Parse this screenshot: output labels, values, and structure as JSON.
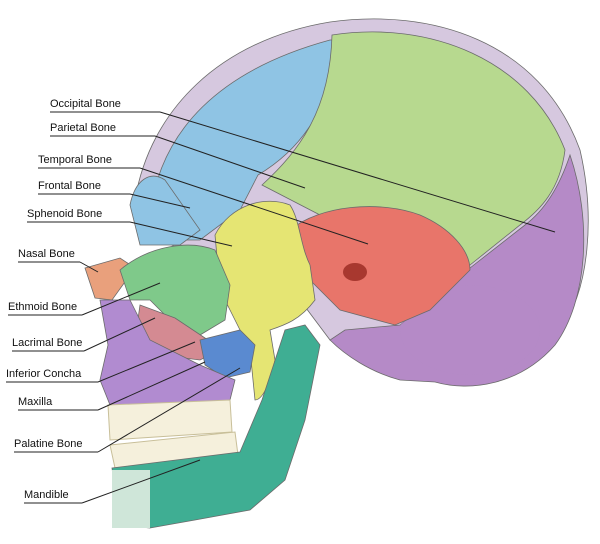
{
  "colors": {
    "occipital": "#b58ac7",
    "parietal": "#b7d98f",
    "frontal": "#8fc4e4",
    "temporal": "#e8756a",
    "sphenoid": "#e5e573",
    "nasal": "#e9a07c",
    "ethmoid": "#7fc98a",
    "lacrimal": "#d48a92",
    "maxilla": "#b18bd0",
    "mandible": "#3fae93",
    "palatine": "#5a8ad0",
    "concha": "#e0a0a8",
    "cut_edge": "#d6c8df",
    "leader": "#222222"
  },
  "labels": {
    "occipital": "Occipital Bone",
    "parietal": "Parietal Bone",
    "temporal": "Temporal Bone",
    "frontal": "Frontal Bone",
    "sphenoid": "Sphenoid Bone",
    "nasal": "Nasal Bone",
    "ethmoid": "Ethmoid Bone",
    "lacrimal": "Lacrimal Bone",
    "inferior_concha": "Inferior Concha",
    "maxilla": "Maxilla",
    "palatine": "Palatine Bone",
    "mandible": "Mandible"
  }
}
